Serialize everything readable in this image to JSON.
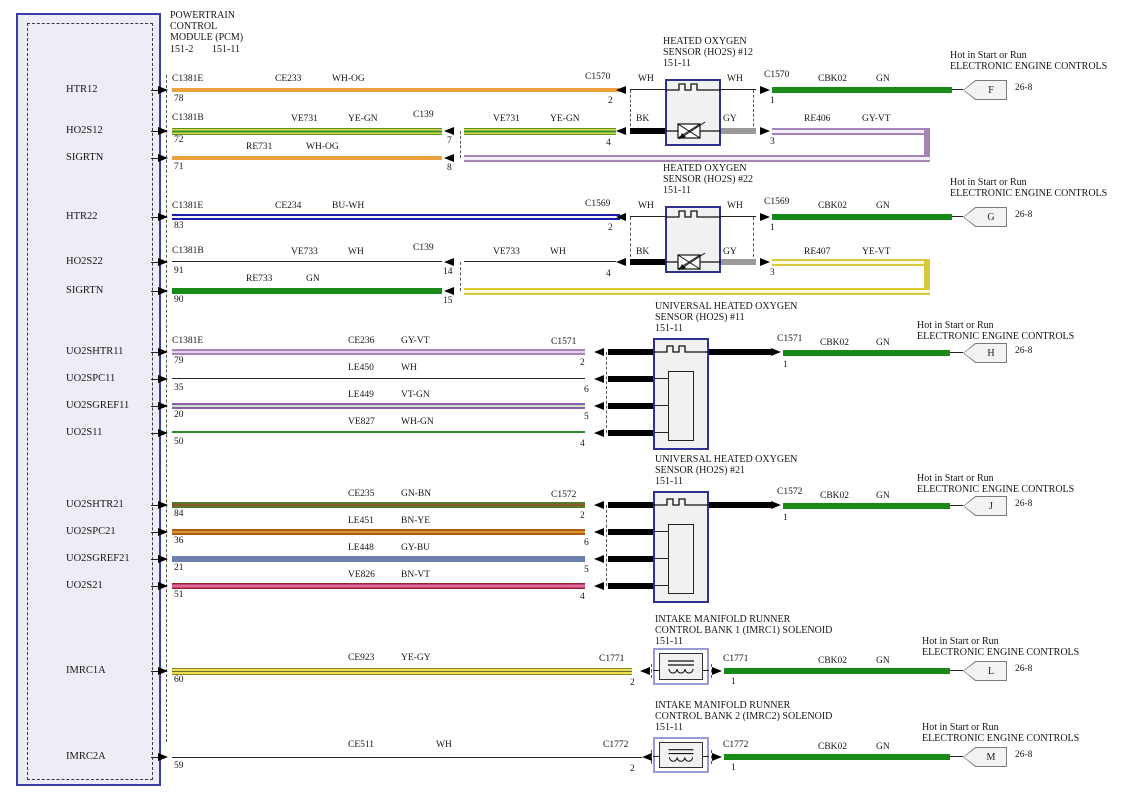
{
  "palette": {
    "green_wire": "#178a17",
    "orange_wire": "#eca33f",
    "blue_wire": "#1b1bb0",
    "mauve_wire": "#a584b8",
    "olive_wire": "#57762c",
    "brown_wire": "#b05a1c",
    "slate_wire": "#6d7fae",
    "crimson_wire": "#962437",
    "yellow_wire": "#ddd84e",
    "pcm_fill": "#ededf5",
    "pcm_border": "#3d3daa",
    "sensor_border": "#2e3192",
    "solenoid_border": "#9a9ad4",
    "box_fill": "#f1f1f1"
  },
  "common": {
    "hot": "Hot in Start or Run",
    "eec": "ELECTRONIC ENGINE CONTROLS",
    "cbk02": "CBK02",
    "gn": "GN",
    "ref268": "26-8",
    "ref15111": "151-11",
    "c139": "C139"
  },
  "pcm": {
    "l1": "POWERTRAIN",
    "l2": "CONTROL",
    "l3": "MODULE (PCM)",
    "ref1": "151-2",
    "ref2": "151-11",
    "pins": [
      {
        "name": "HTR12",
        "num": "78",
        "conn": "C1381E"
      },
      {
        "name": "HO2S12",
        "num": "72",
        "conn": "C1381B"
      },
      {
        "name": "SIGRTN",
        "num": "71",
        "conn": ""
      },
      {
        "name": "HTR22",
        "num": "83",
        "conn": "C1381E"
      },
      {
        "name": "HO2S22",
        "num": "91",
        "conn": "C1381B"
      },
      {
        "name": "SIGRTN",
        "num": "90",
        "conn": ""
      },
      {
        "name": "UO2SHTR11",
        "num": "79",
        "conn": "C1381E"
      },
      {
        "name": "UO2SPC11",
        "num": "35",
        "conn": ""
      },
      {
        "name": "UO2SGREF11",
        "num": "20",
        "conn": ""
      },
      {
        "name": "UO2S11",
        "num": "50",
        "conn": ""
      },
      {
        "name": "UO2SHTR21",
        "num": "84",
        "conn": ""
      },
      {
        "name": "UO2SPC21",
        "num": "36",
        "conn": ""
      },
      {
        "name": "UO2SGREF21",
        "num": "21",
        "conn": ""
      },
      {
        "name": "UO2S21",
        "num": "51",
        "conn": ""
      },
      {
        "name": "IMRC1A",
        "num": "60",
        "conn": ""
      },
      {
        "name": "IMRC2A",
        "num": "59",
        "conn": ""
      }
    ]
  },
  "b1": {
    "t1": "HEATED OXYGEN",
    "t2": "SENSOR (HO2S) #12",
    "conn": "C1570",
    "flag": "F",
    "w1code": "CE233",
    "w1clr": "WH-OG",
    "w2code": "VE731",
    "w2clr": "YE-GN",
    "w3code": "RE731",
    "w3clr": "WH-OG",
    "loopcode": "RE406",
    "loopclr": "GY-VT",
    "wh": "WH",
    "bk": "BK",
    "gy": "GY",
    "n1": "1",
    "n2": "2",
    "n3": "3",
    "n4": "4",
    "j1": "7",
    "j2": "8"
  },
  "b2": {
    "t1": "HEATED OXYGEN",
    "t2": "SENSOR (HO2S) #22",
    "conn": "C1569",
    "flag": "G",
    "w1code": "CE234",
    "w1clr": "BU-WH",
    "w2code": "VE733",
    "w2clr": "WH",
    "w3code": "RE733",
    "w3clr": "GN",
    "loopcode": "RE407",
    "loopclr": "YE-VT",
    "wh": "WH",
    "bk": "BK",
    "gy": "GY",
    "n1": "1",
    "n2": "2",
    "n3": "3",
    "n4": "4",
    "j1": "14",
    "j2": "15"
  },
  "b3": {
    "t1": "UNIVERSAL HEATED OXYGEN",
    "t2": "SENSOR (HO2S) #11",
    "conn": "C1571",
    "flag": "H",
    "connl": "C1381E",
    "r1code": "CE236",
    "r1clr": "GY-VT",
    "r2code": "LE450",
    "r2clr": "WH",
    "r3code": "LE449",
    "r3clr": "VT-GN",
    "r4code": "VE827",
    "r4clr": "WH-GN",
    "n1": "1",
    "n2": "2",
    "n6": "6",
    "n5": "5",
    "n4": "4"
  },
  "b4": {
    "t1": "UNIVERSAL HEATED OXYGEN",
    "t2": "SENSOR (HO2S) #21",
    "conn": "C1572",
    "flag": "J",
    "r1code": "CE235",
    "r1clr": "GN-BN",
    "r2code": "LE451",
    "r2clr": "BN-YE",
    "r3code": "LE448",
    "r3clr": "GY-BU",
    "r4code": "VE826",
    "r4clr": "BN-VT",
    "n1": "1",
    "n2": "2",
    "n6": "6",
    "n5": "5",
    "n4": "4"
  },
  "b5": {
    "t1": "INTAKE MANIFOLD RUNNER",
    "t2": "CONTROL BANK 1 (IMRC1) SOLENOID",
    "conn": "C1771",
    "flag": "L",
    "code": "CE923",
    "clr": "YE-GY",
    "n1": "1",
    "n2": "2"
  },
  "b6": {
    "t1": "INTAKE MANIFOLD RUNNER",
    "t2": "CONTROL BANK 2 (IMRC2) SOLENOID",
    "conn": "C1772",
    "flag": "M",
    "code": "CE511",
    "clr": "WH",
    "n1": "1",
    "n2": "2"
  }
}
